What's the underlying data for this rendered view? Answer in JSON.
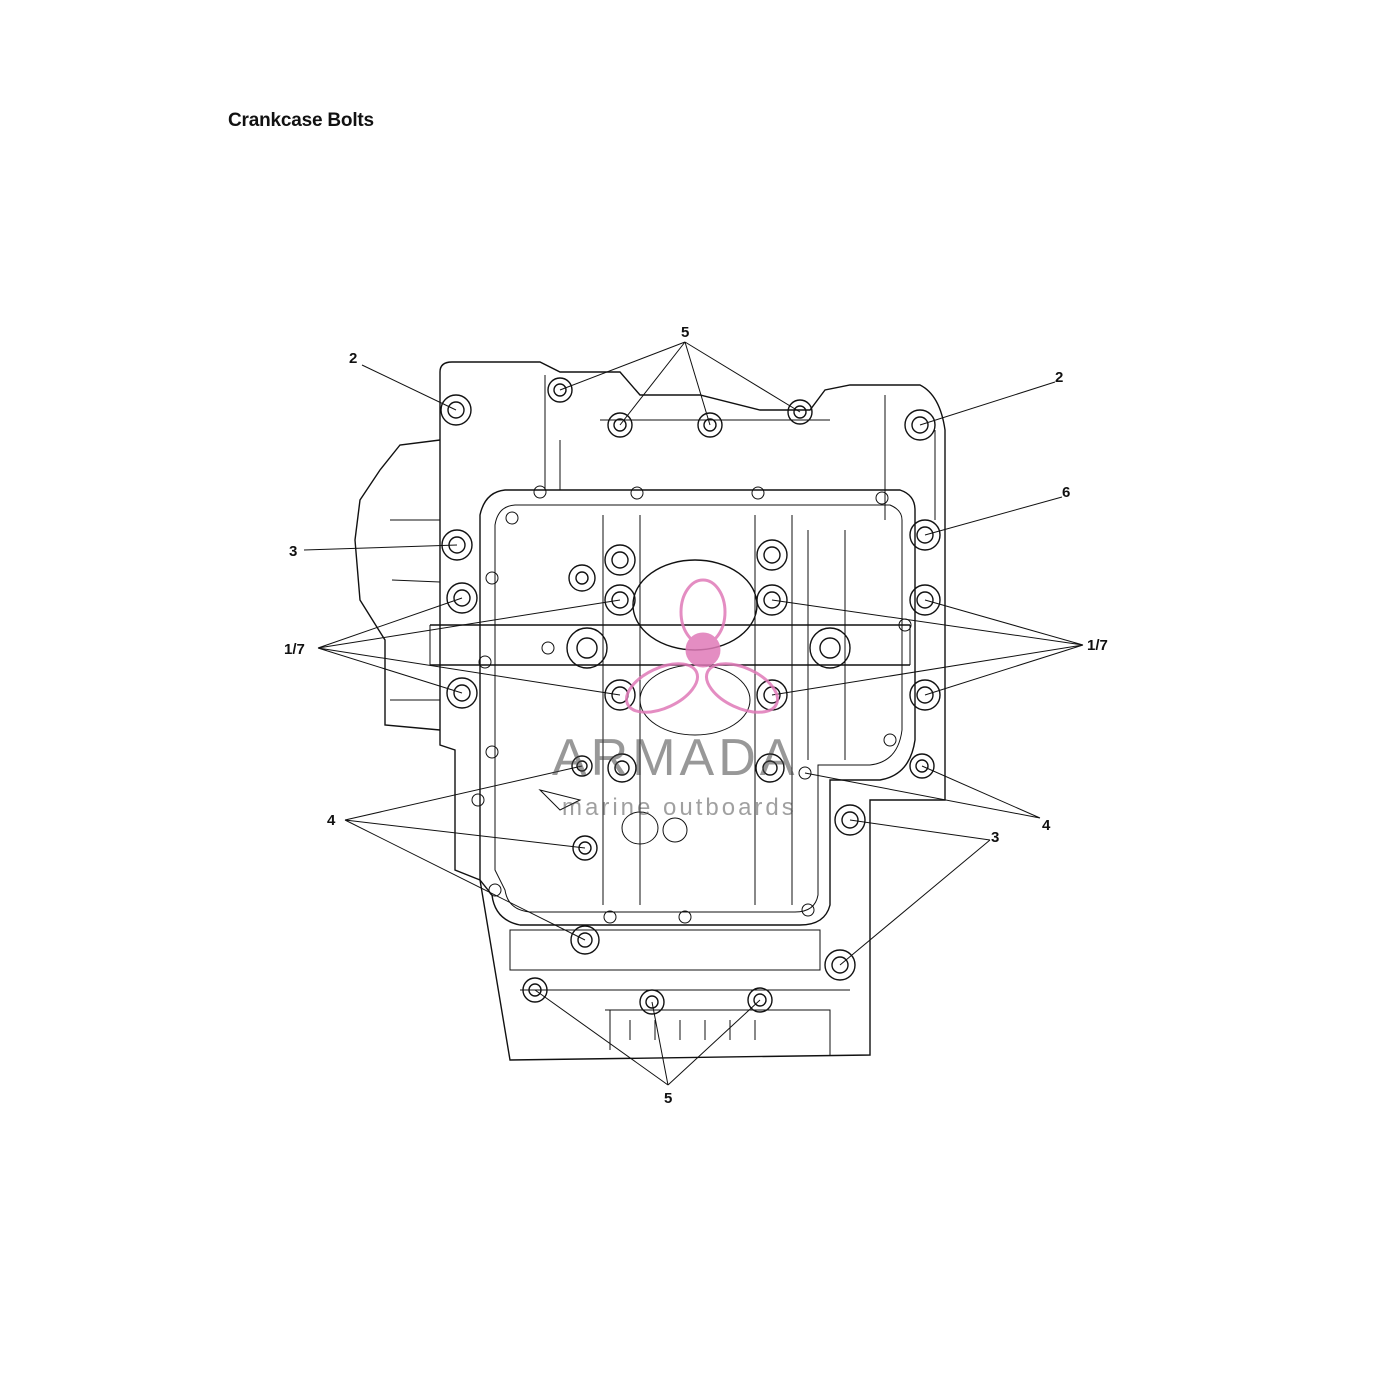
{
  "title": "Crankcase Bolts",
  "callouts": [
    {
      "label": "5",
      "id": "top"
    },
    {
      "label": "2",
      "id": "left-top"
    },
    {
      "label": "2",
      "id": "right-top"
    },
    {
      "label": "6",
      "id": "right"
    },
    {
      "label": "3",
      "id": "left"
    },
    {
      "label": "1/7",
      "id": "left-mid"
    },
    {
      "label": "1/7",
      "id": "right-mid"
    },
    {
      "label": "4",
      "id": "left-lower"
    },
    {
      "label": "4",
      "id": "right-lower"
    },
    {
      "label": "3",
      "id": "right-lower"
    },
    {
      "label": "5",
      "id": "bottom"
    }
  ],
  "watermark": {
    "brand": "ARMADA",
    "tagline": "marine outboards",
    "color": "#e07ab8"
  }
}
